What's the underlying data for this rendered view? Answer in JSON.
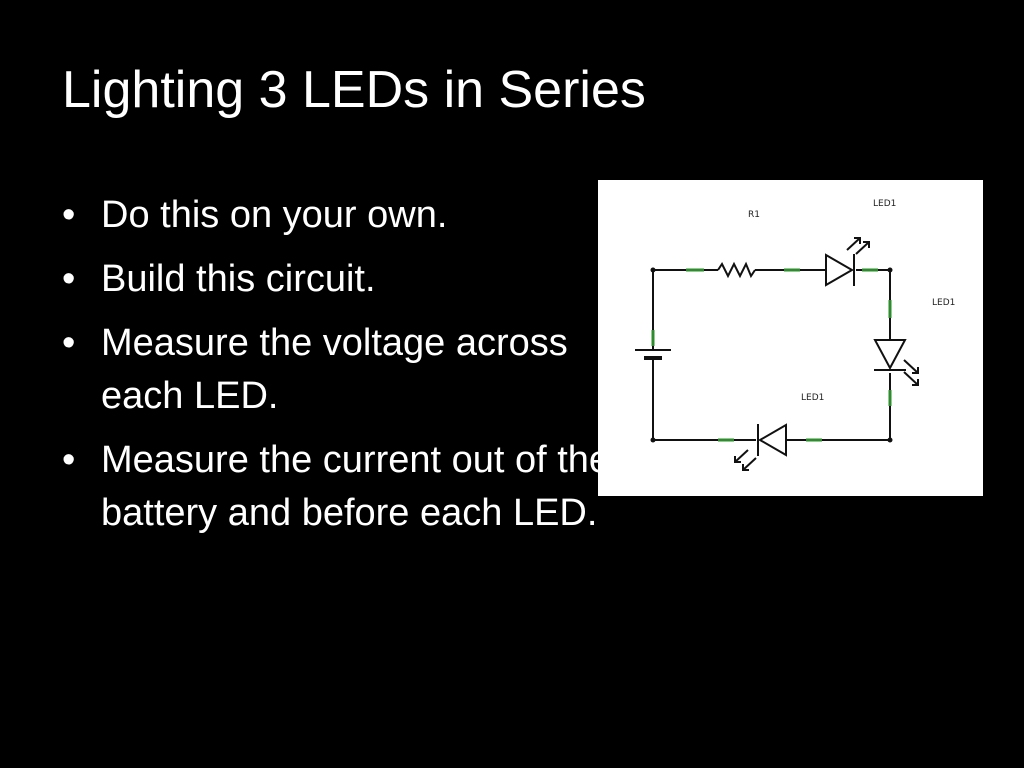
{
  "slide": {
    "title": "Lighting 3 LEDs in Series",
    "bullets": [
      {
        "text": "Do this on your own."
      },
      {
        "text": "Build this circuit."
      },
      {
        "text": "Measure the voltage across each LED."
      },
      {
        "text": "Measure the current out of the battery and before each LED."
      }
    ],
    "bullet_symbol": "•"
  },
  "circuit_diagram": {
    "labels": {
      "resistor": "R1",
      "led_top": "LED1",
      "led_right": "LED1",
      "led_bottom": "LED1"
    },
    "colors": {
      "wire": "#111111",
      "junction": "#2e8b2e",
      "background": "#ffffff"
    }
  }
}
